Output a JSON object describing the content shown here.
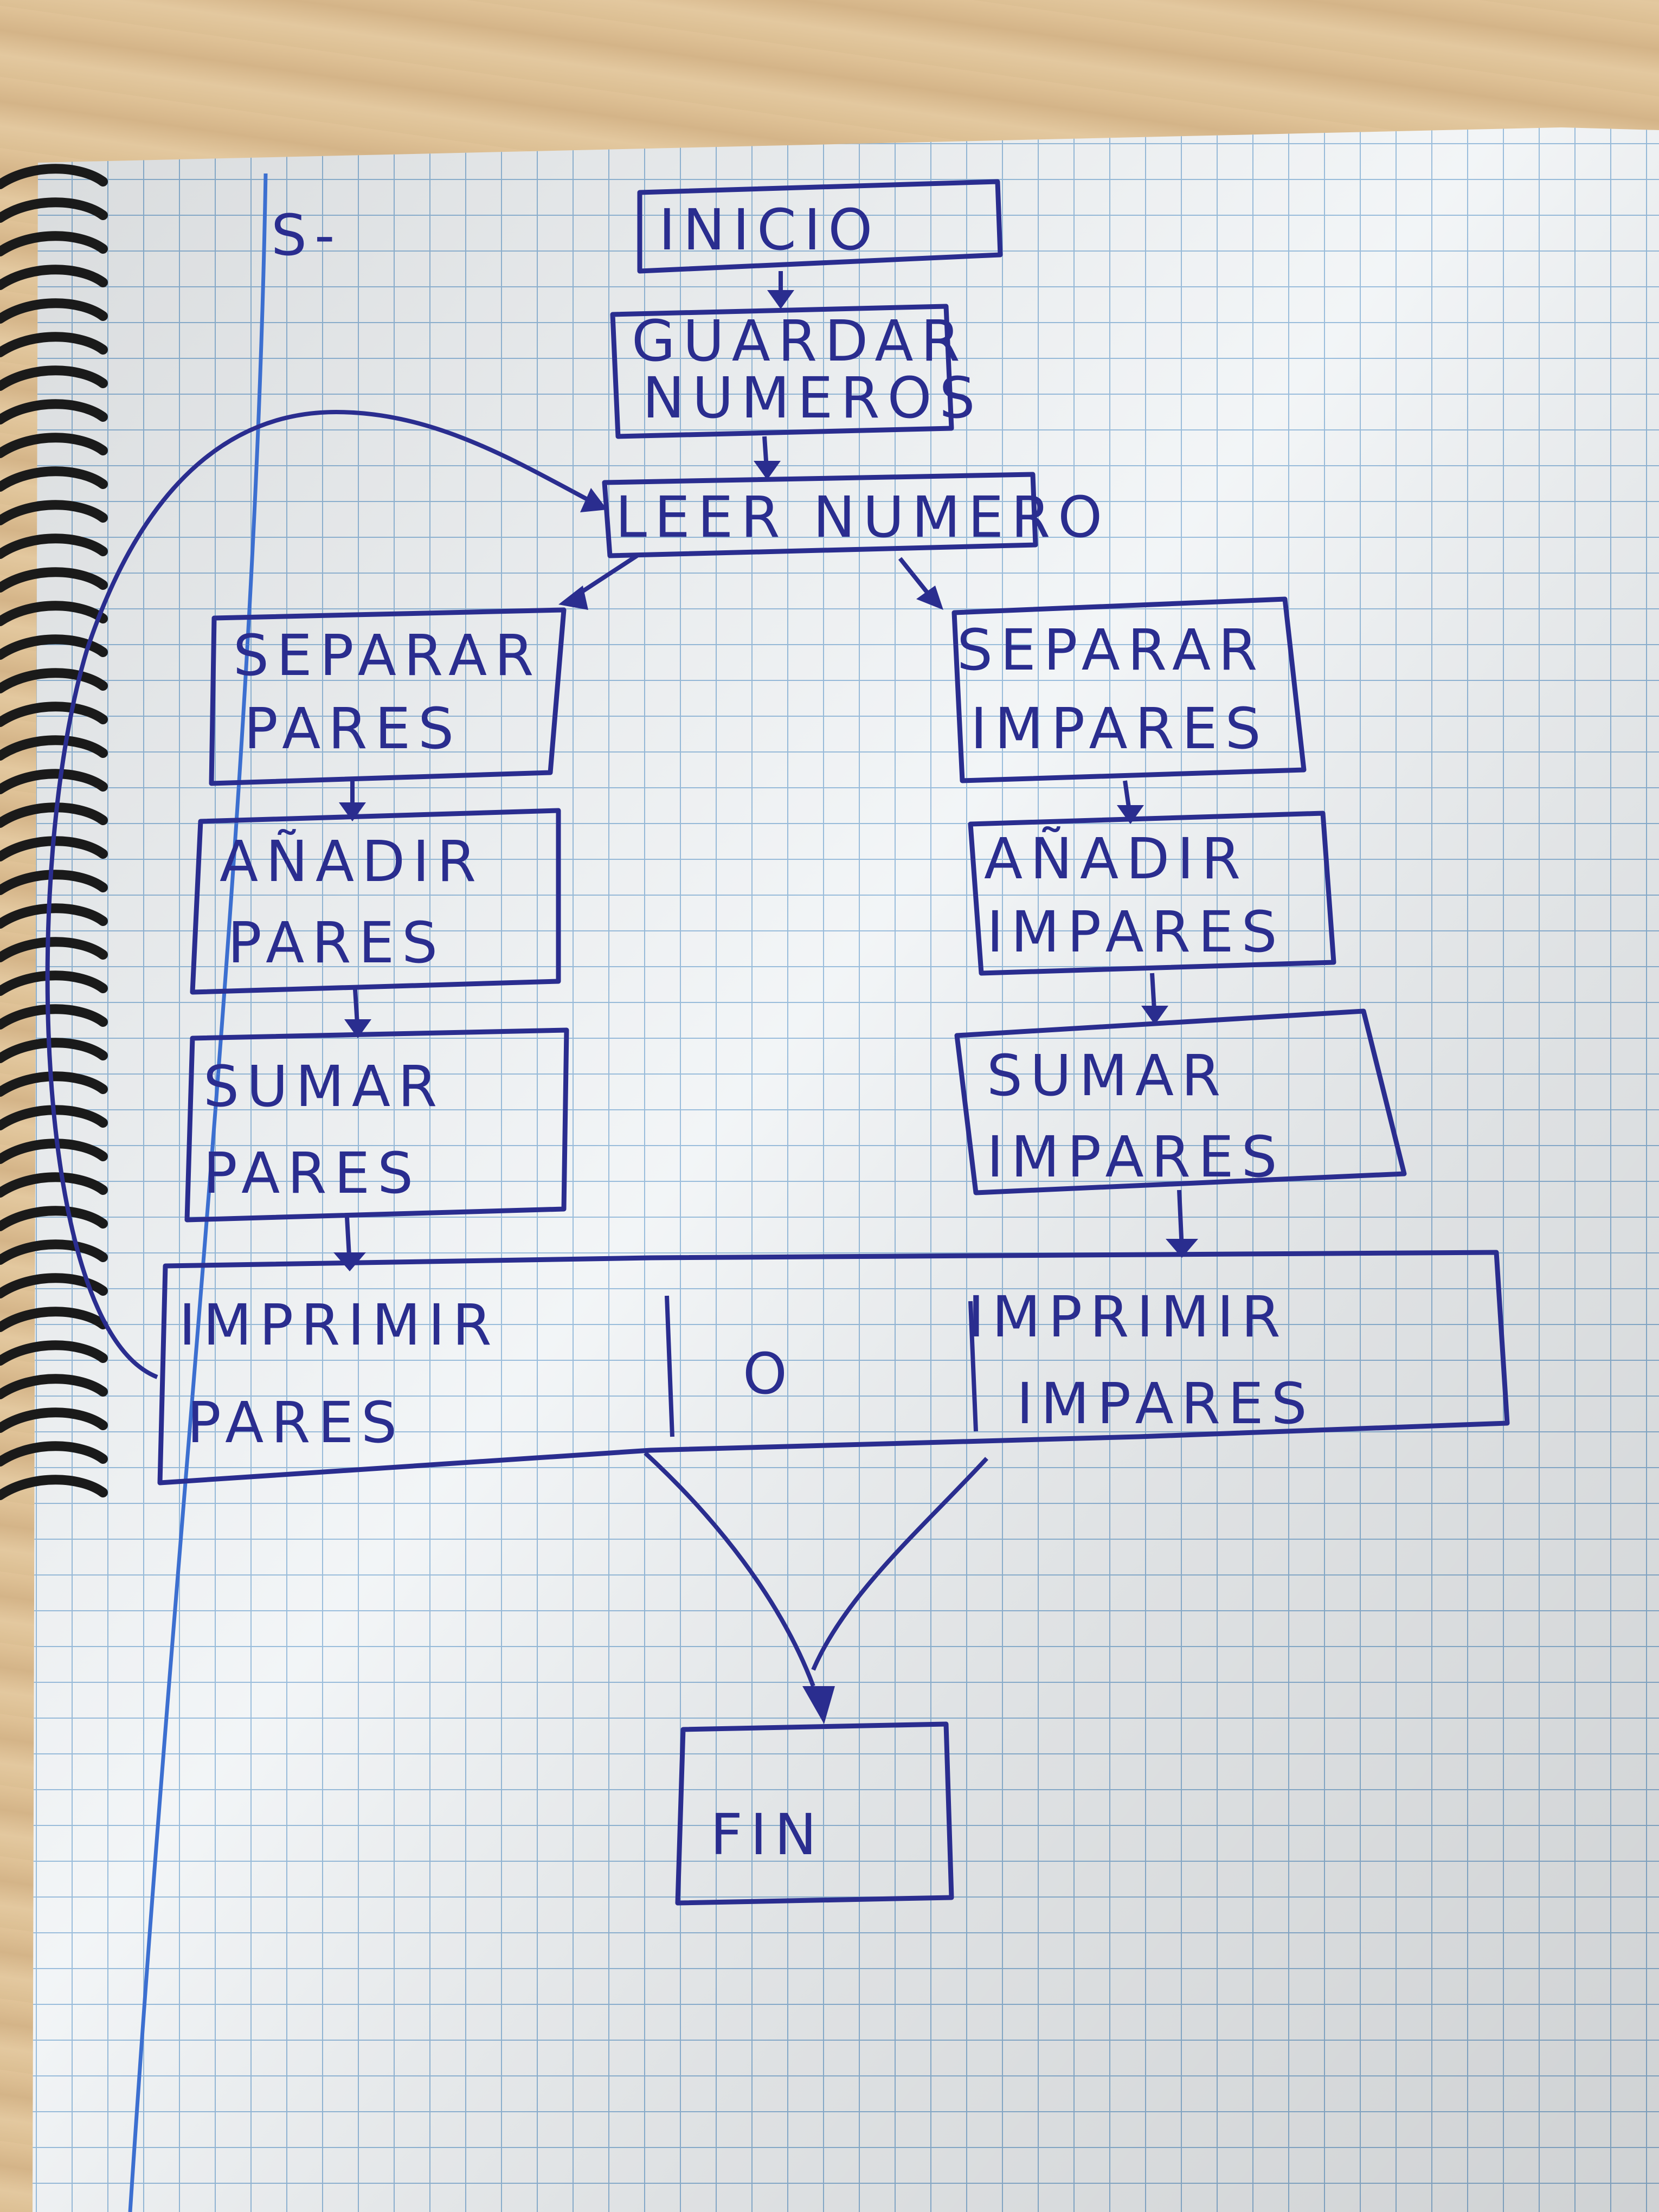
{
  "page_label": "S-",
  "nodes": {
    "inicio": "INICIO",
    "guardar": [
      "GUARDAR",
      "NUMEROS"
    ],
    "leer": "LEER NUMERO",
    "separar_pares": [
      "SEPARAR",
      "PARES"
    ],
    "anadir_pares": [
      "AÑADIR",
      "PARES"
    ],
    "sumar_pares": [
      "SUMAR",
      "PARES"
    ],
    "imprimir_pares": [
      "IMPRIMIR",
      "PARES"
    ],
    "separar_impares": [
      "SEPARAR",
      "IMPARES"
    ],
    "anadir_impares": [
      "AÑADIR",
      "IMPARES"
    ],
    "sumar_impares": [
      "SUMAR",
      "IMPARES"
    ],
    "imprimir_impares": [
      "IMPRIMIR",
      "IMPARES"
    ],
    "or_label": "O",
    "fin": "FIN"
  },
  "ink_color": "#2a2d8f",
  "grid_color": "#8fb6d8",
  "margin_line_color": "#3c6fd0"
}
